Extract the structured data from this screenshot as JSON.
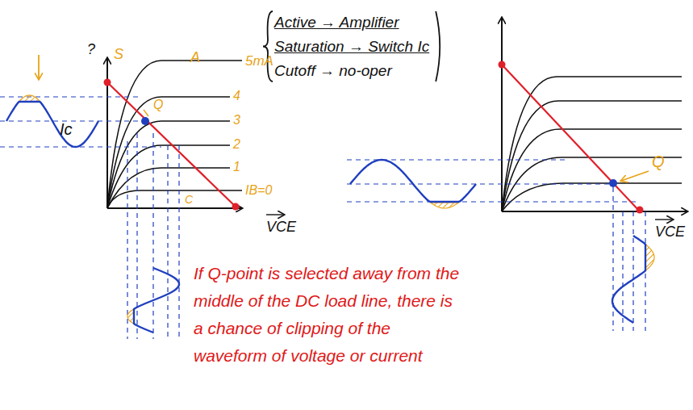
{
  "diagram": {
    "labels": [
      "Active → Amplifier",
      "Saturation → Switch Ic",
      "Cutoff → no-oper",
      "Ic",
      "?",
      "S",
      "Q",
      "A",
      "5mA",
      "4",
      "3",
      "2",
      "1",
      "IB=0",
      "C",
      "VCE",
      "Q",
      "VCE",
      "If Q-point is selected away from the middle of the DC load line, there is a chance of clipping of the waveform of voltage or current"
    ]
  }
}
